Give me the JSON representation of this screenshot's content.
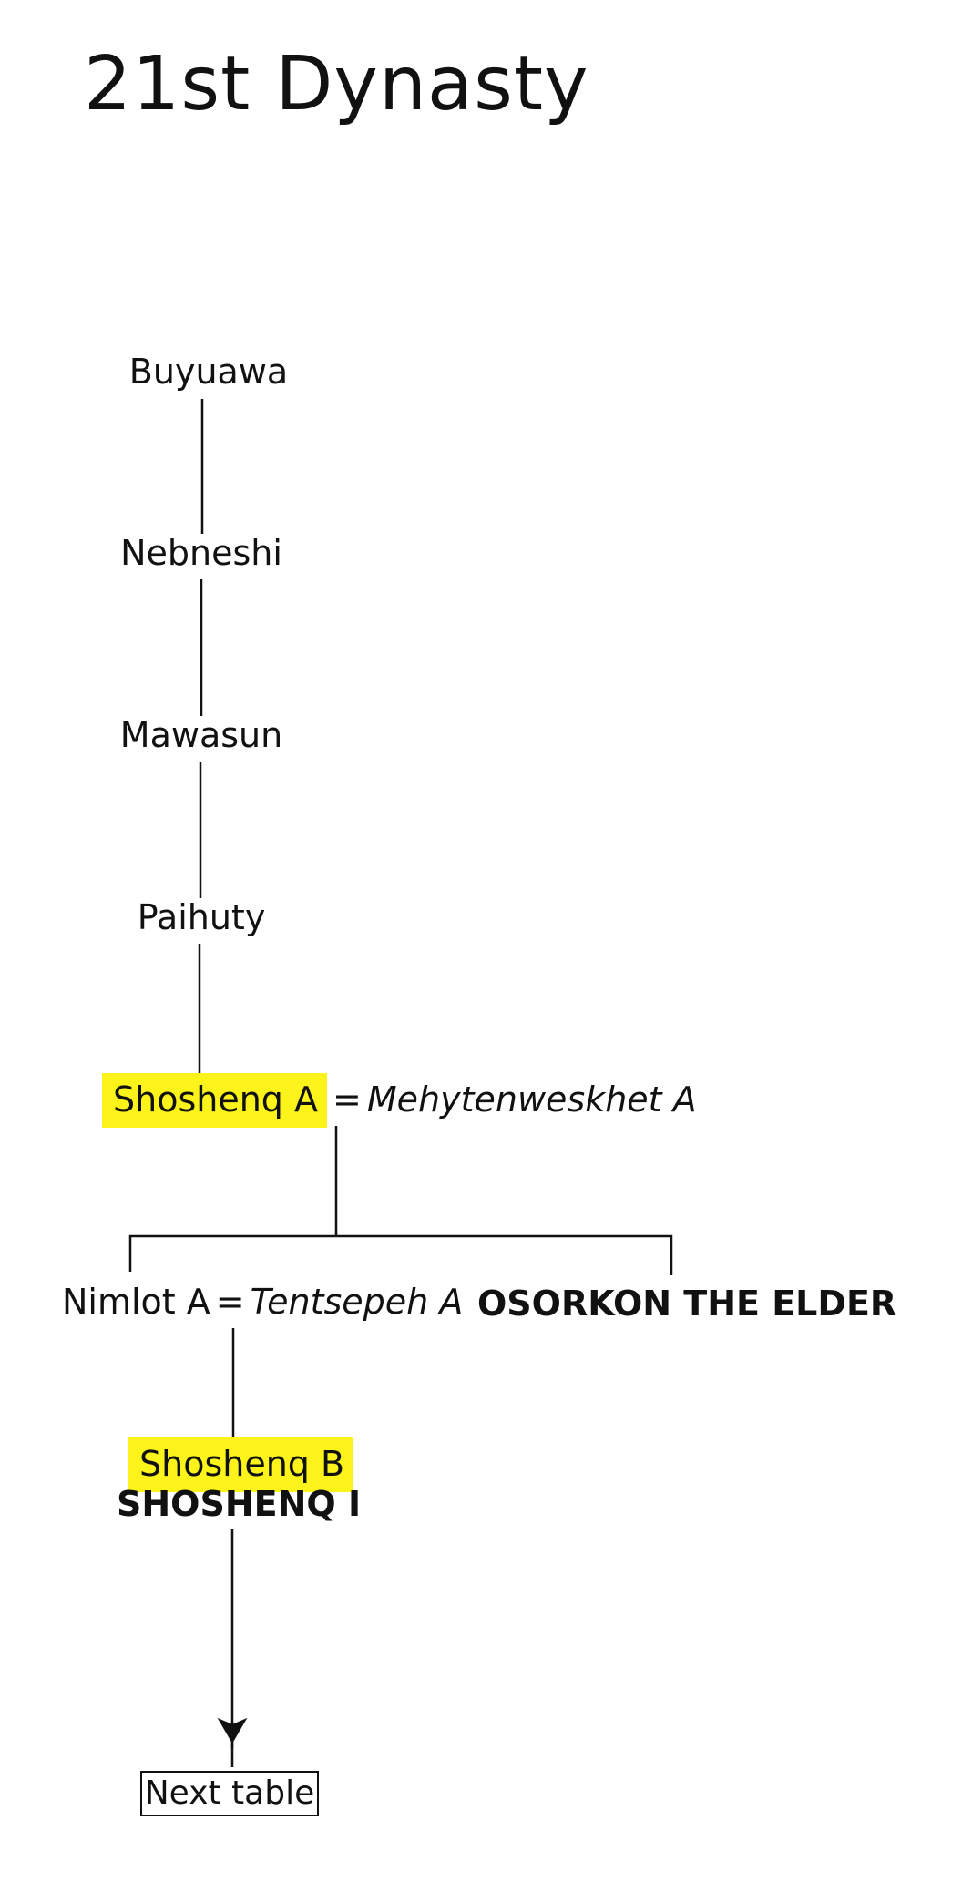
{
  "title": "21st Dynasty",
  "people": {
    "buyuawa": "Buyuawa",
    "nebneshi": "Nebneshi",
    "mawasun": "Mawasun",
    "paihuty": "Paihuty",
    "shoshenq_a": "Shoshenq A",
    "mehytenweskhet_a": "Mehytenweskhet A",
    "nimlot_a": "Nimlot A",
    "tentsepeh_a": "Tentsepeh A",
    "osorkon_the_elder": "OSORKON THE ELDER",
    "shoshenq_b": "Shoshenq B",
    "shoshenq_i": "SHOSHENQ I"
  },
  "marriage_symbol": "=",
  "next_table_label": "Next table",
  "highlight_color": "#fbf31a"
}
